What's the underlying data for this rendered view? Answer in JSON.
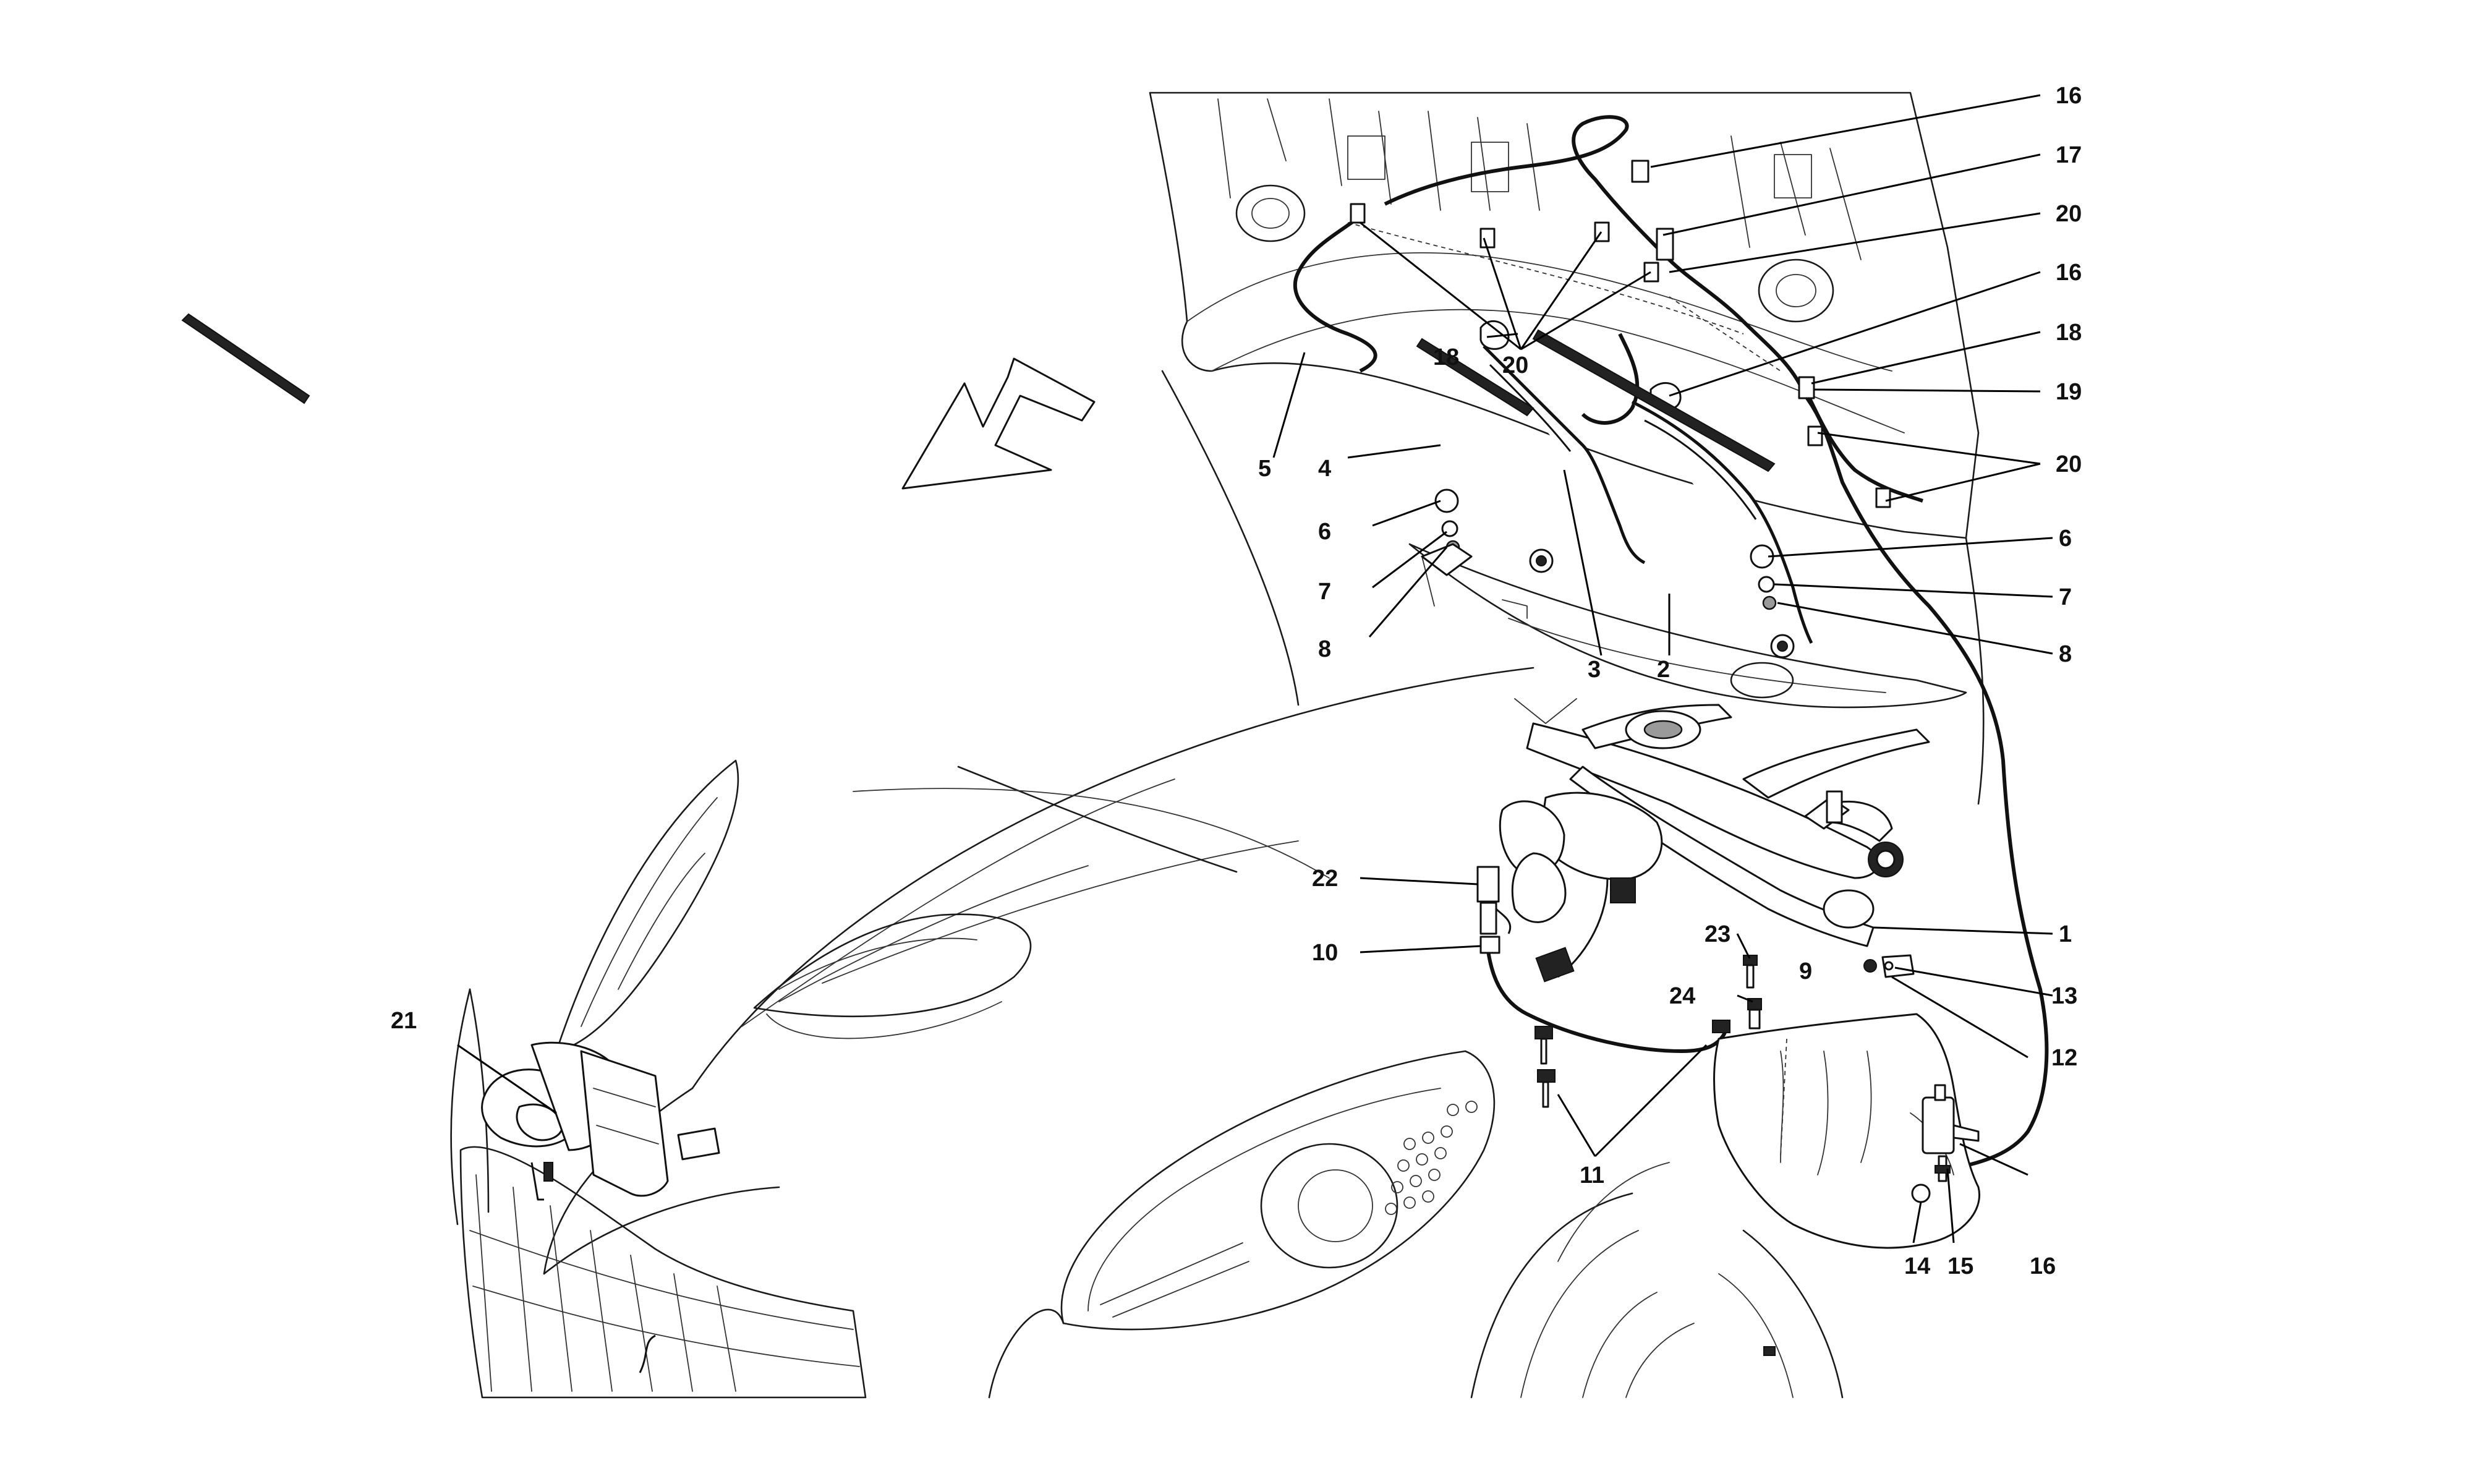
{
  "callouts": {
    "c1": "1",
    "c2": "2",
    "c3": "3",
    "c4": "4",
    "c5": "5",
    "c6a": "6",
    "c6b": "6",
    "c7a": "7",
    "c7b": "7",
    "c8a": "8",
    "c8b": "8",
    "c9": "9",
    "c10": "10",
    "c11": "11",
    "c12": "12",
    "c13": "13",
    "c14": "14",
    "c15": "15",
    "c16a": "16",
    "c16b": "16",
    "c16c": "16",
    "c17": "17",
    "c18a": "18",
    "c18b": "18",
    "c19": "19",
    "c20a": "20",
    "c20b": "20",
    "c20c": "20",
    "c21": "21",
    "c22": "22",
    "c23": "23",
    "c24": "24"
  },
  "icons": {
    "direction": "front-direction-arrow-icon"
  }
}
